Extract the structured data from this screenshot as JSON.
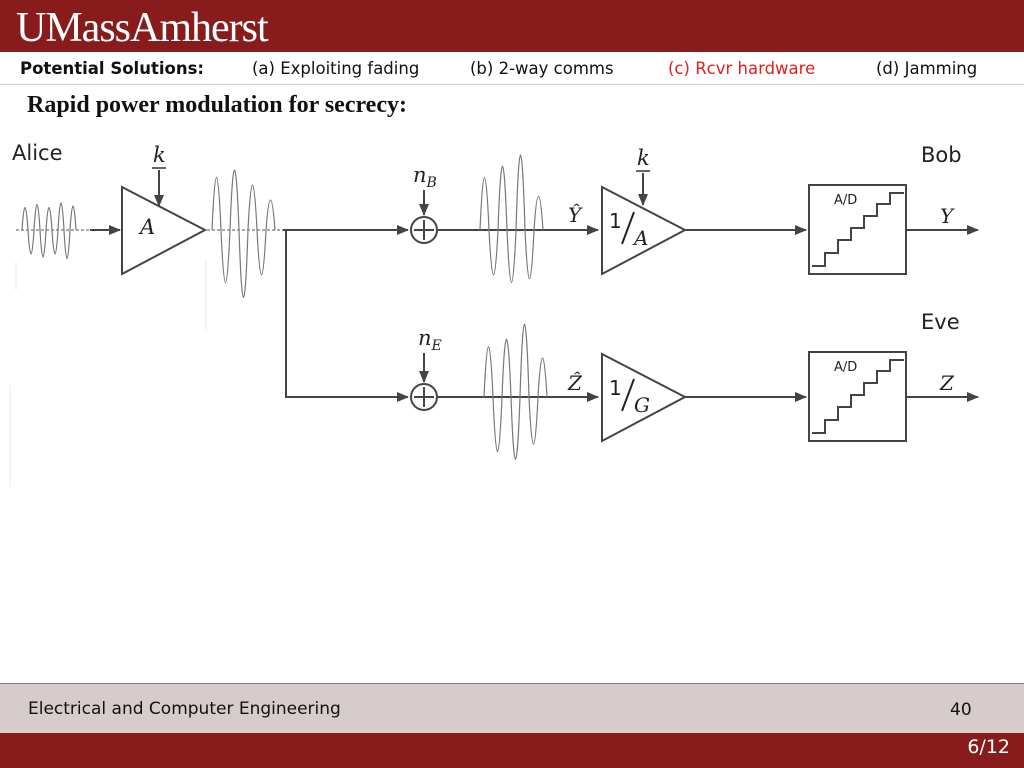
{
  "header": {
    "logo_text": "UMassAmherst",
    "nav_lead": "Potential Solutions:",
    "nav_items": [
      "(a) Exploiting fading",
      "(b) 2-way comms",
      "(c) Rcvr hardware",
      "(d) Jamming"
    ],
    "active_item": "(c) Rcvr hardware",
    "accent_color": "#881c1c",
    "active_color": "#e01f1f"
  },
  "slide": {
    "title": "Rapid power modulation for secrecy:"
  },
  "diagram": {
    "alice_label": "Alice",
    "bob_label": "Bob",
    "eve_label": "Eve",
    "tx_gain_control": "k",
    "tx_amp_label": "A",
    "bob_noise_label": "n",
    "bob_noise_sub": "B",
    "eve_noise_label": "n",
    "eve_noise_sub": "E",
    "bob_signal_label": "Ŷ",
    "eve_signal_label": "Ẑ",
    "rx_gain_control": "k",
    "bob_amp_num": "1",
    "bob_amp_den": "A",
    "eve_amp_num": "1",
    "eve_amp_den": "G",
    "adc_label_bob": "A/D",
    "adc_label_eve": "A/D",
    "bob_output": "Y",
    "eve_output": "Z"
  },
  "footer": {
    "department": "Electrical and Computer Engineering",
    "page_number": "40",
    "slide_counter": "6/12"
  }
}
